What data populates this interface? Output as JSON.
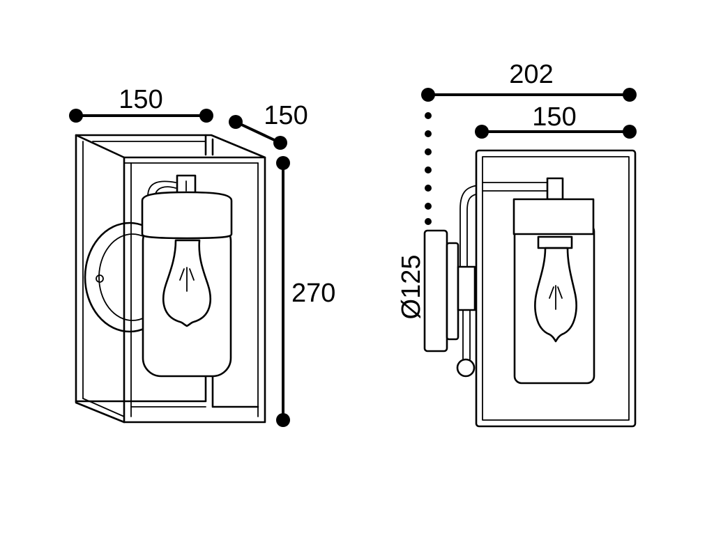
{
  "dimensions": {
    "front_width": "150",
    "front_depth": "150",
    "front_height": "270",
    "side_overall_width": "202",
    "side_box_width": "150",
    "side_base_diameter": "Ø125"
  },
  "colors": {
    "line": "#000000",
    "background": "#ffffff"
  },
  "icons": [
    "lantern-front-view",
    "lantern-side-view",
    "light-bulb-icon"
  ]
}
